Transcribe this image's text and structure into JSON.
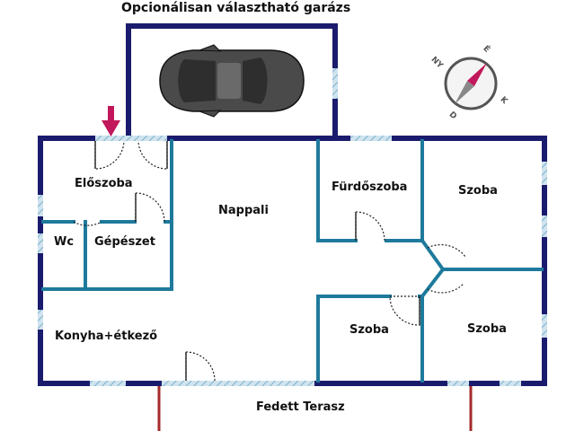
{
  "plan": {
    "garage_title": "Opcionálisan választható garázs",
    "terrace_label": "Fedett Terasz",
    "rooms": {
      "eloszoba": "Előszoba",
      "nappali": "Nappali",
      "furdoszoba": "Fürdőszoba",
      "szoba_ne": "Szoba",
      "wc": "Wc",
      "gepeszet": "Gépészet",
      "konyha": "Konyha+étkező",
      "szoba_s": "Szoba",
      "szoba_se": "Szoba"
    }
  },
  "compass": {
    "north": "É",
    "east": "K",
    "south": "D",
    "west": "NY"
  },
  "colors": {
    "outer_wall": "#1b1b6e",
    "inner_wall": "#1e7a9c",
    "window": "#a9cde0",
    "door_arc": "#222222",
    "entrance_arrow": "#c2185b",
    "terrace_post": "#a52a2a",
    "car_body": "#4a4a4a"
  }
}
